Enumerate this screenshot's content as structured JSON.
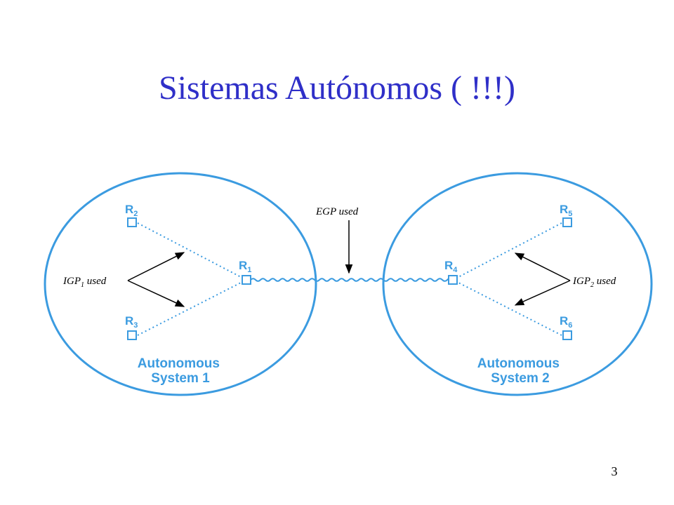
{
  "slide": {
    "title": "Sistemas Autónomos ( !!!)",
    "page_number": "3"
  },
  "colors": {
    "title": "#2f2fc8",
    "diagram_blue": "#3b9be0",
    "label_black": "#000000"
  },
  "diagram": {
    "autonomous_systems": [
      {
        "line1": "Autonomous",
        "line2": "System 1"
      },
      {
        "line1": "Autonomous",
        "line2": "System 2"
      }
    ],
    "routers": [
      {
        "name": "R",
        "sub": "1"
      },
      {
        "name": "R",
        "sub": "2"
      },
      {
        "name": "R",
        "sub": "3"
      },
      {
        "name": "R",
        "sub": "4"
      },
      {
        "name": "R",
        "sub": "5"
      },
      {
        "name": "R",
        "sub": "6"
      }
    ],
    "protocols": {
      "egp": "EGP used",
      "igp1": {
        "base": "IGP",
        "sub": "1",
        "rest": " used"
      },
      "igp2": {
        "base": "IGP",
        "sub": "2",
        "rest": " used"
      }
    }
  }
}
